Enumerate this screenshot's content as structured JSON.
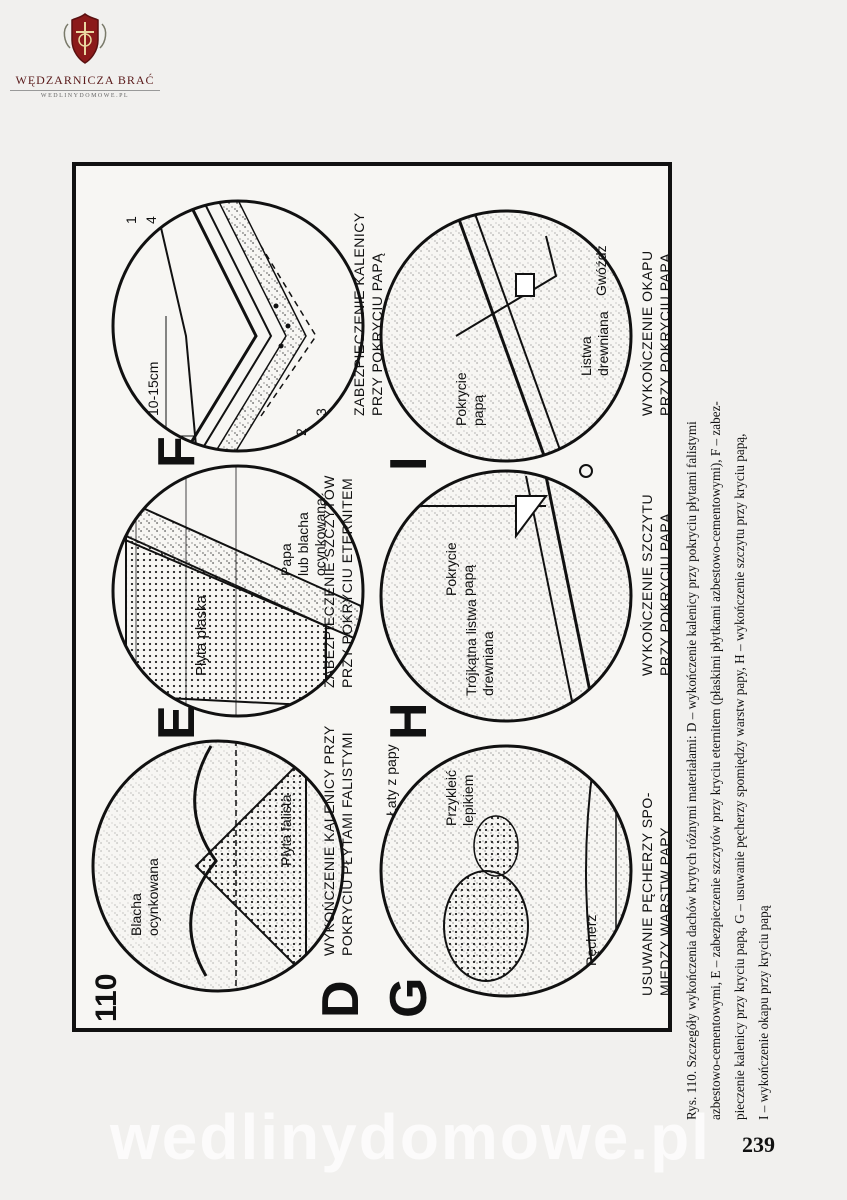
{
  "logo": {
    "name": "WĘDZARNICZA BRAĆ",
    "url": "WEDLINYDOMOWE.PL"
  },
  "watermark": "wedlinydomowe.pl",
  "page_number": "239",
  "figure": {
    "number": "110",
    "panels": {
      "D": {
        "letter": "D",
        "labels": [
          "Blacha",
          "ocynkowana",
          "Płyta falista"
        ],
        "title_line1": "WYKOŃCZENIE KALENICY PRZY",
        "title_line2": "POKRYCIU PŁYTAMI FALISTYMI"
      },
      "E": {
        "letter": "E",
        "labels": [
          "Płyta płaska",
          "Papa",
          "lub blacha",
          "ocynkowana"
        ],
        "title_line1": "ZABEZPIECZENIE SZCZYTÓW",
        "title_line2": "PRZY POKRYCIU ETERNITEM"
      },
      "F": {
        "letter": "F",
        "labels": [
          "10-15cm",
          "1",
          "2",
          "3",
          "4"
        ],
        "title_line1": "ZABEZPIECZENIE KALENICY",
        "title_line2": "PRZY POKRYCIU PAPĄ"
      },
      "G": {
        "letter": "G",
        "labels": [
          "Łaty z papy",
          "Przykleić",
          "lepikiem",
          "Pęcherz"
        ],
        "title_line1": "USUWANIE PĘCHERZY SPO-",
        "title_line2": "MIĘDZY WARSTW PAPY"
      },
      "H": {
        "letter": "H",
        "labels": [
          "Trójkątna listwa",
          "drewniana",
          "Pokrycie",
          "papą"
        ],
        "title_line1": "WYKOŃCZENIE SZCZYTU",
        "title_line2": "PRZY POKRYCIU PAPĄ"
      },
      "I": {
        "letter": "I",
        "labels": [
          "Pokrycie",
          "papą",
          "Gwóźdź",
          "Listwa",
          "drewniana"
        ],
        "title_line1": "WYKOŃCZENIE OKAPU",
        "title_line2": "PRZY POKRYCIU PAPĄ"
      }
    }
  },
  "caption": {
    "line1": "Rys. 110. Szczegóły wykończenia dachów krytych różnymi materiałami: D – wykończenie kalenicy przy pokryciu płytami falistymi",
    "line2": "azbestowo-cementowymi, E – zabezpieczenie szczytów przy kryciu eternitem (płaskimi płytkami azbestowo-cementowymi), F – zabez-",
    "line3": "pieczenie kalenicy przy kryciu papą, G – usuwanie pęcherzy spomiędzy warstw papy, H – wykończenie szczytu przy kryciu papą,",
    "line4": "I – wykończenie okapu przy kryciu papą"
  }
}
